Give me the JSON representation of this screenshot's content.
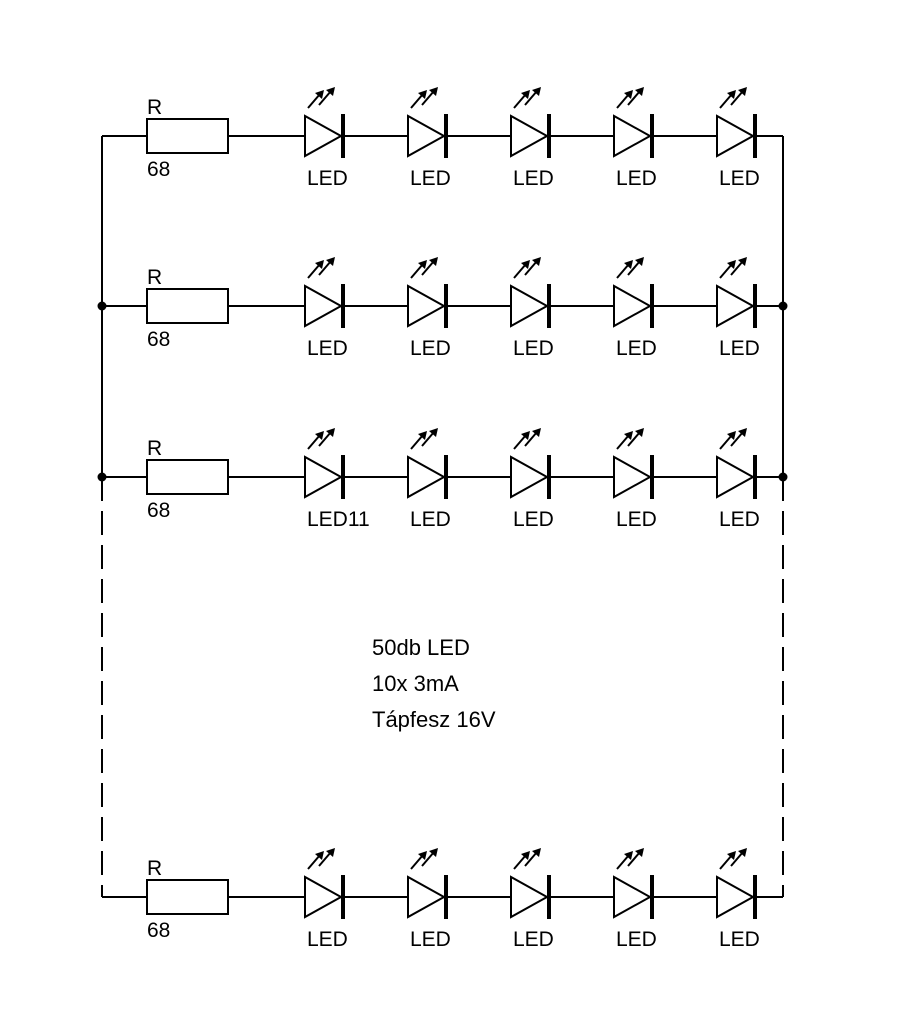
{
  "rows": [
    {
      "resistor": {
        "name": "R",
        "value": "68"
      },
      "leds": [
        "LED",
        "LED",
        "LED",
        "LED",
        "LED"
      ]
    },
    {
      "resistor": {
        "name": "R",
        "value": "68"
      },
      "leds": [
        "LED",
        "LED",
        "LED",
        "LED",
        "LED"
      ]
    },
    {
      "resistor": {
        "name": "R",
        "value": "68"
      },
      "leds": [
        "LED11",
        "LED",
        "LED",
        "LED",
        "LED"
      ]
    },
    {
      "resistor": {
        "name": "R",
        "value": "68"
      },
      "leds": [
        "LED",
        "LED",
        "LED",
        "LED",
        "LED"
      ]
    }
  ],
  "notes": [
    "50db LED",
    "10x 3mA",
    "Tápfesz 16V"
  ]
}
